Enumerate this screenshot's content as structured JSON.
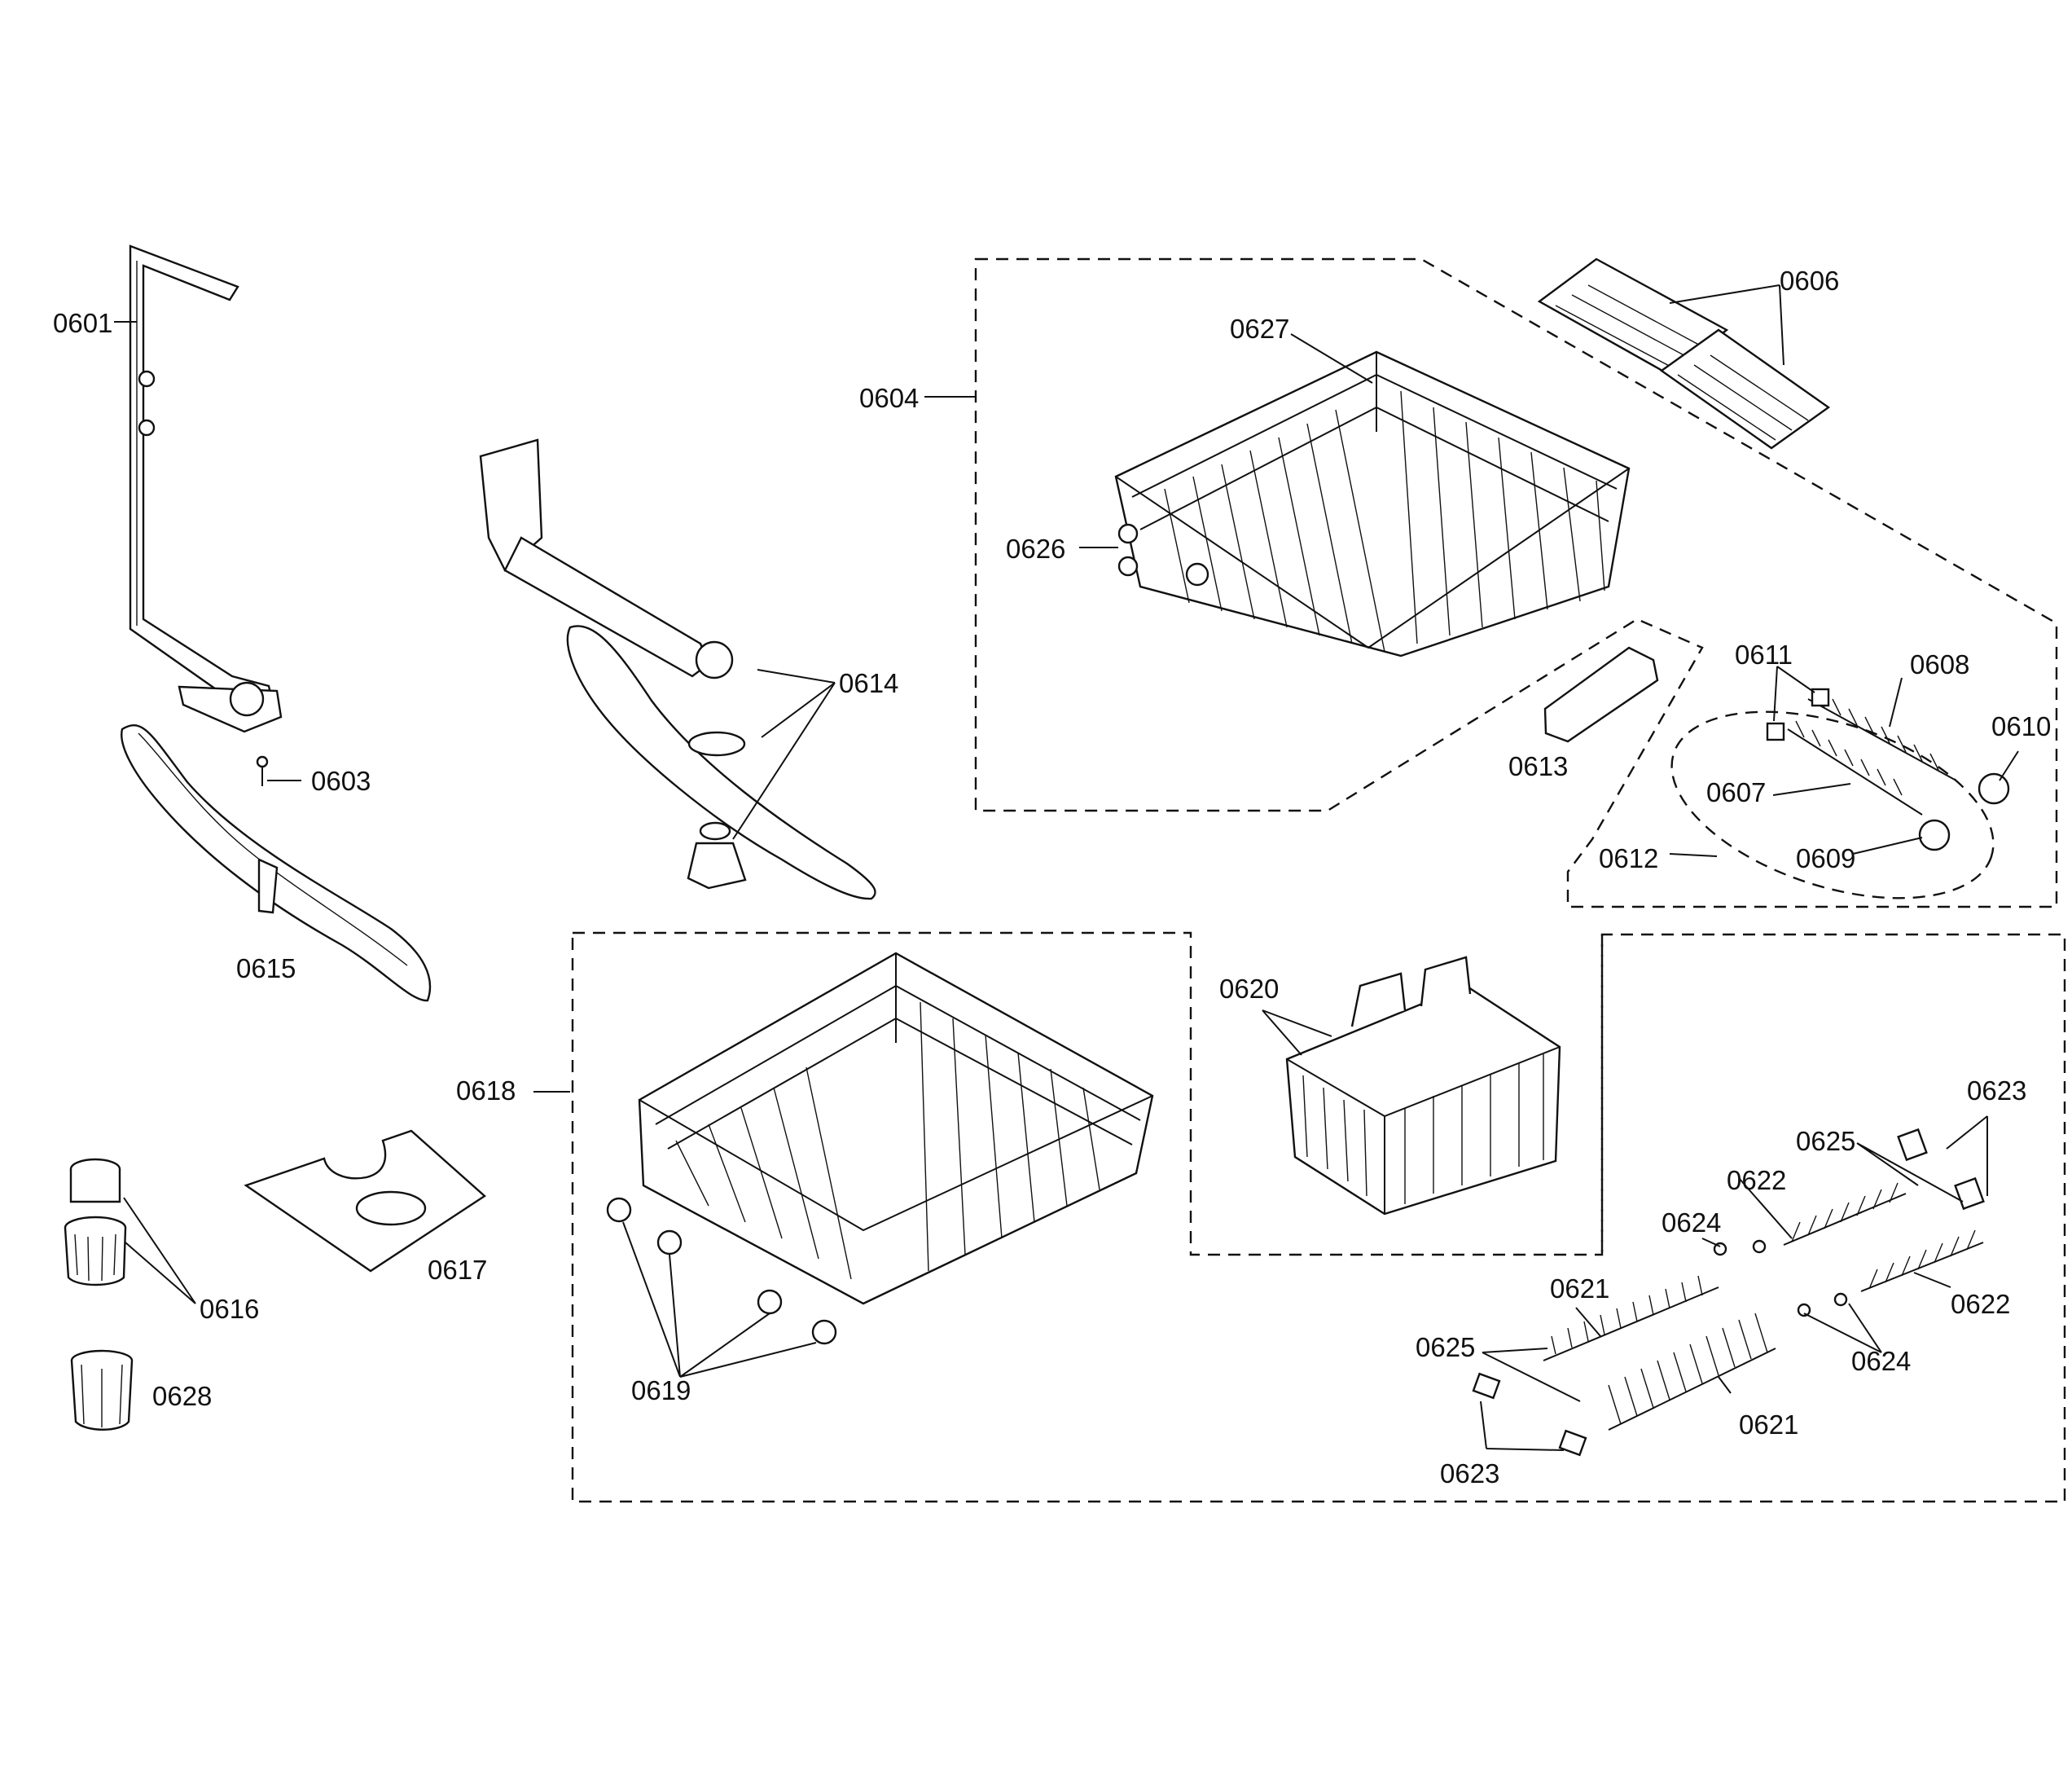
{
  "labels": {
    "p0601": "0601",
    "p0603": "0603",
    "p0604": "0604",
    "p0606": "0606",
    "p0607": "0607",
    "p0608": "0608",
    "p0609": "0609",
    "p0610": "0610",
    "p0611": "0611",
    "p0612": "0612",
    "p0613": "0613",
    "p0614": "0614",
    "p0615": "0615",
    "p0616": "0616",
    "p0617": "0617",
    "p0618": "0618",
    "p0619": "0619",
    "p0620": "0620",
    "p0621a": "0621",
    "p0621b": "0621",
    "p0622a": "0622",
    "p0622b": "0622",
    "p0623a": "0623",
    "p0623b": "0623",
    "p0624a": "0624",
    "p0624b": "0624",
    "p0625a": "0625",
    "p0625b": "0625",
    "p0626": "0626",
    "p0627": "0627",
    "p0628": "0628"
  }
}
